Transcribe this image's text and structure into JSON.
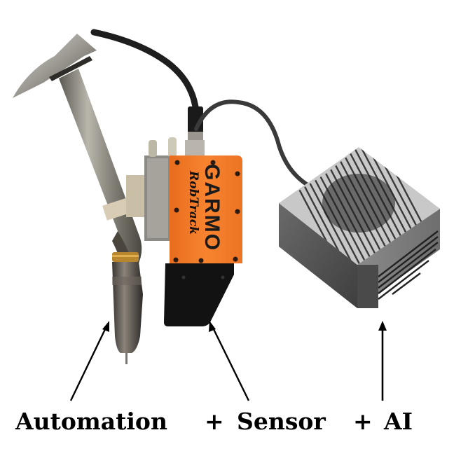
{
  "figure": {
    "caption": {
      "automation": "Automation",
      "plus1": "+",
      "sensor": "Sensor",
      "plus2": "+",
      "ai": "AI"
    },
    "components": [
      {
        "name": "welding-torch",
        "label": "Automation"
      },
      {
        "name": "seam-tracking-sensor",
        "label": "Sensor",
        "brand": "GARMO",
        "product": "RobTrack"
      },
      {
        "name": "ai-compute-module",
        "label": "AI"
      }
    ],
    "sensor_branding": {
      "brand": "GARMO",
      "product": "RobTrack"
    },
    "colors": {
      "sensor_orange": "#f07a2a",
      "sensor_black": "#141414",
      "compute_gray": "#5a5a5a",
      "cable": "#2a2a2a",
      "text": "#000000"
    }
  }
}
